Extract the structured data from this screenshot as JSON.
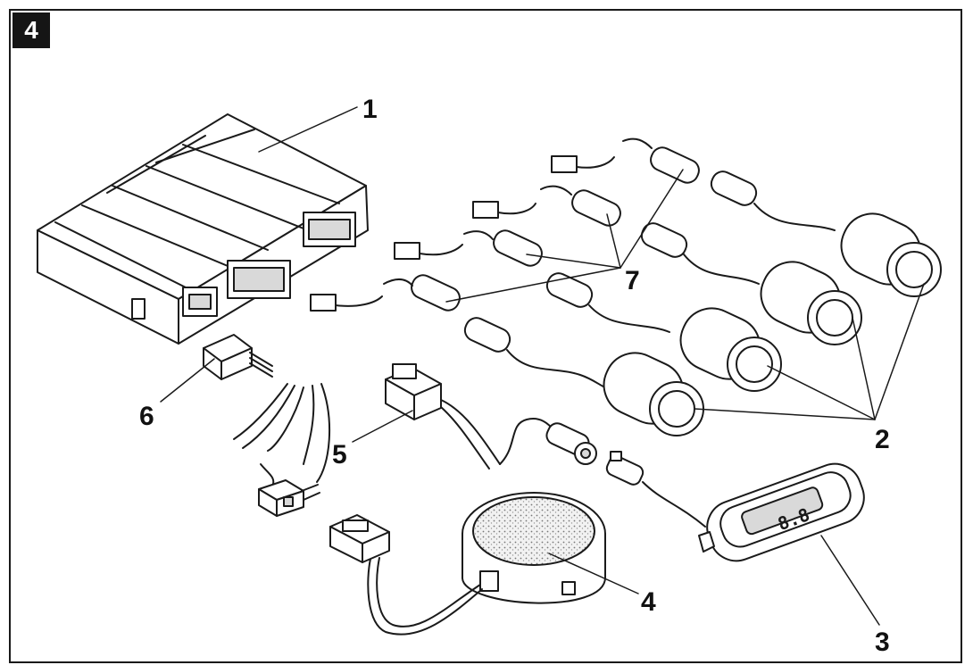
{
  "figure": {
    "number": "4"
  },
  "callouts": [
    {
      "id": "1",
      "label": "1"
    },
    {
      "id": "2",
      "label": "2"
    },
    {
      "id": "3",
      "label": "3"
    },
    {
      "id": "4",
      "label": "4"
    },
    {
      "id": "5",
      "label": "5"
    },
    {
      "id": "6",
      "label": "6"
    },
    {
      "id": "7",
      "label": "7"
    }
  ],
  "display": {
    "readout": "8.8"
  },
  "colors": {
    "line": "#1a1a1a",
    "fill": "#ffffff",
    "shade": "#d9d9d9",
    "badge": "#151515"
  }
}
